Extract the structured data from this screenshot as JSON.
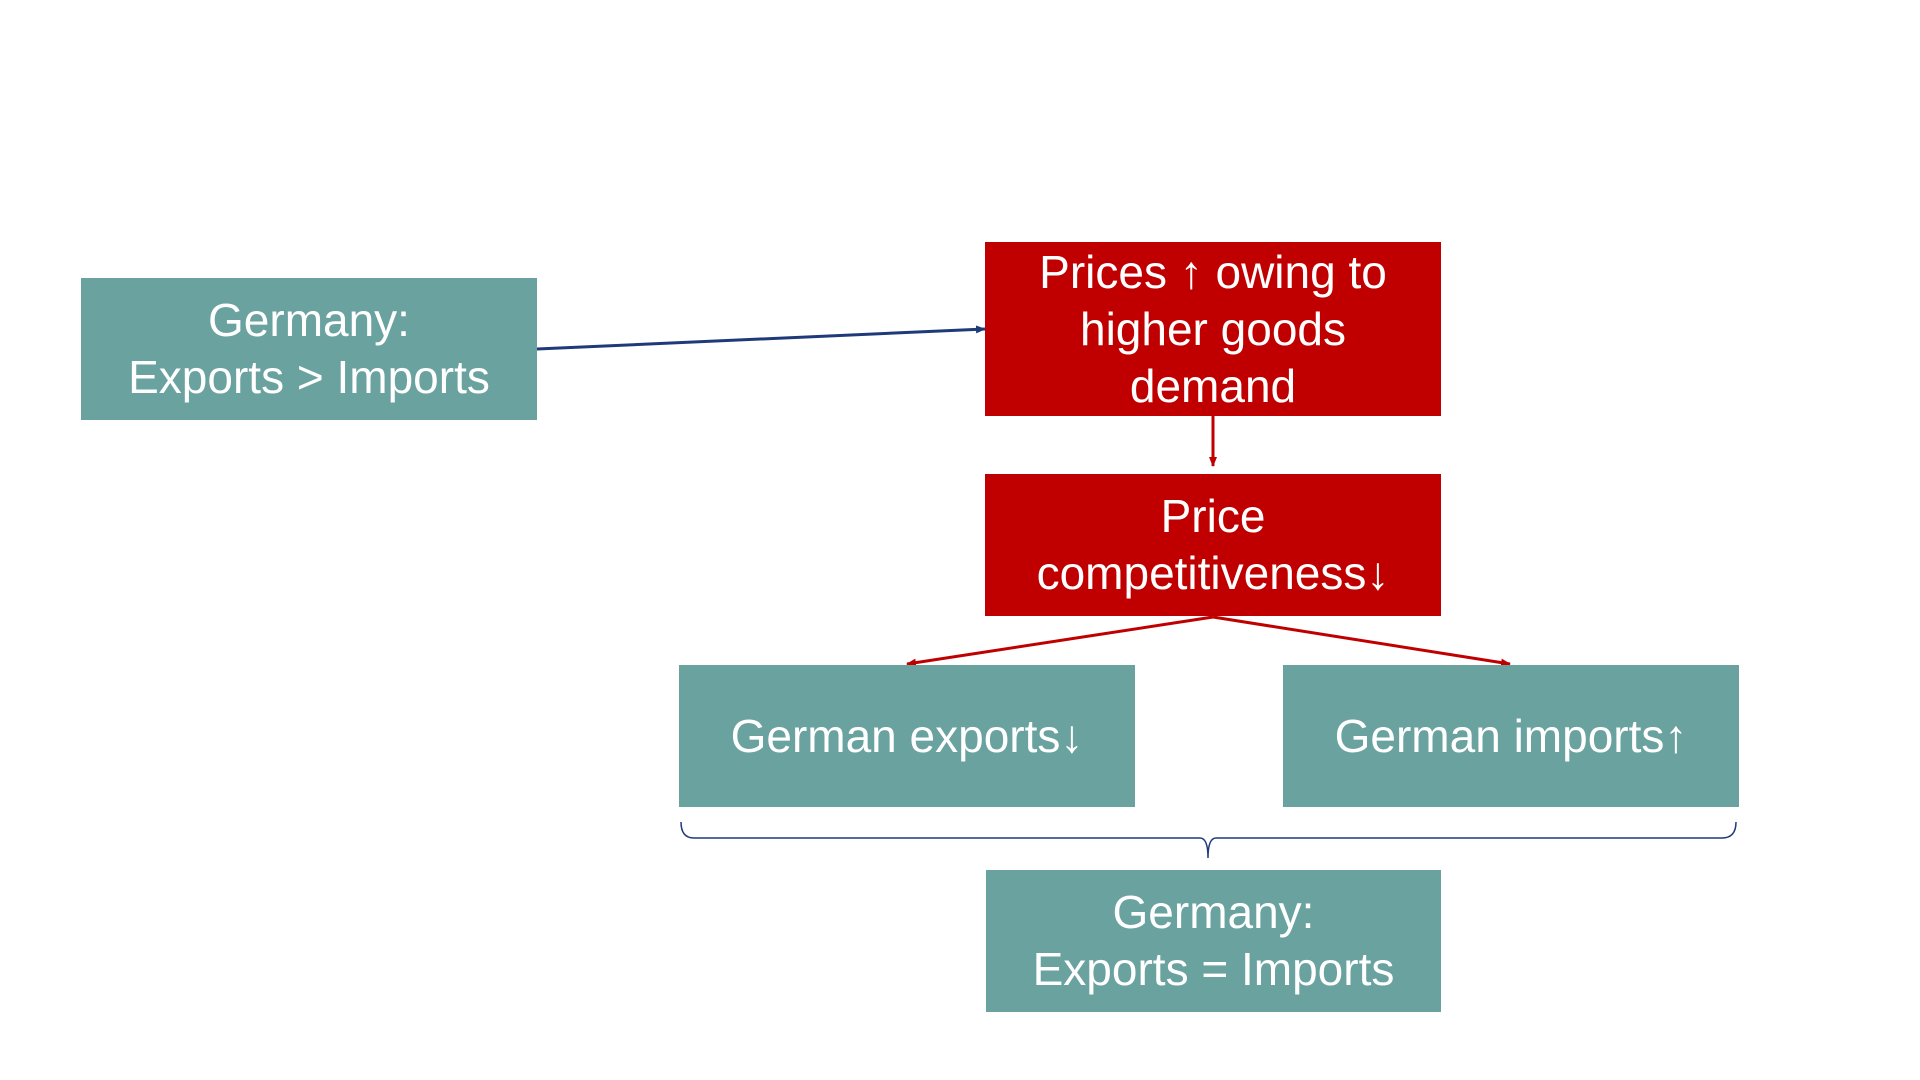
{
  "colors": {
    "teal_box": "#6aa2a0",
    "red_box": "#c00000",
    "text": "#ffffff",
    "blue_arrow": "#1f3a7a",
    "red_arrow": "#c00000",
    "brace": "#1f3a7a"
  },
  "boxes": {
    "germany_surplus": {
      "line1": "Germany:",
      "line2": "Exports > Imports"
    },
    "prices_up": {
      "line1": "Prices ↑ owing to",
      "line2": "higher goods",
      "line3": "demand"
    },
    "price_competitiveness": {
      "line1": "Price",
      "line2": "competitiveness↓"
    },
    "german_exports": {
      "line1": "German exports↓"
    },
    "german_imports": {
      "line1": "German imports↑"
    },
    "germany_balance": {
      "line1": "Germany:",
      "line2": "Exports = Imports"
    }
  }
}
